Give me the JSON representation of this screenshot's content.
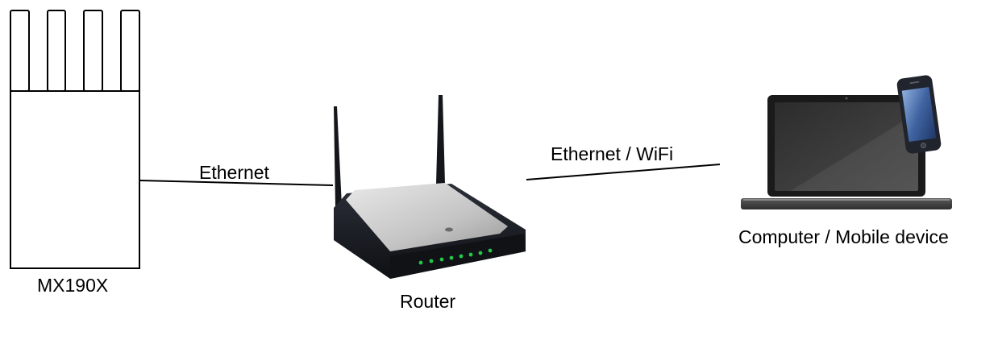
{
  "nodes": {
    "mx190x": {
      "label": "MX190X"
    },
    "router": {
      "label": "Router"
    },
    "computer": {
      "label": "Computer / Mobile device"
    }
  },
  "connections": {
    "mx_to_router": {
      "label": "Ethernet"
    },
    "router_to_computer": {
      "label": "Ethernet / WiFi"
    }
  },
  "colors": {
    "stroke": "#000000",
    "router_body": "#1c1f26",
    "router_top": "#c9c9c9",
    "led": "#22c84a",
    "laptop_frame": "#2a2a2a",
    "laptop_screen": "#3a3a3a",
    "phone_body": "#20242c",
    "phone_screen": "#4a6fa8"
  },
  "icons": {
    "mx190x": "mx190x-device-icon",
    "router": "wifi-router-icon",
    "laptop": "laptop-icon",
    "phone": "smartphone-icon"
  }
}
